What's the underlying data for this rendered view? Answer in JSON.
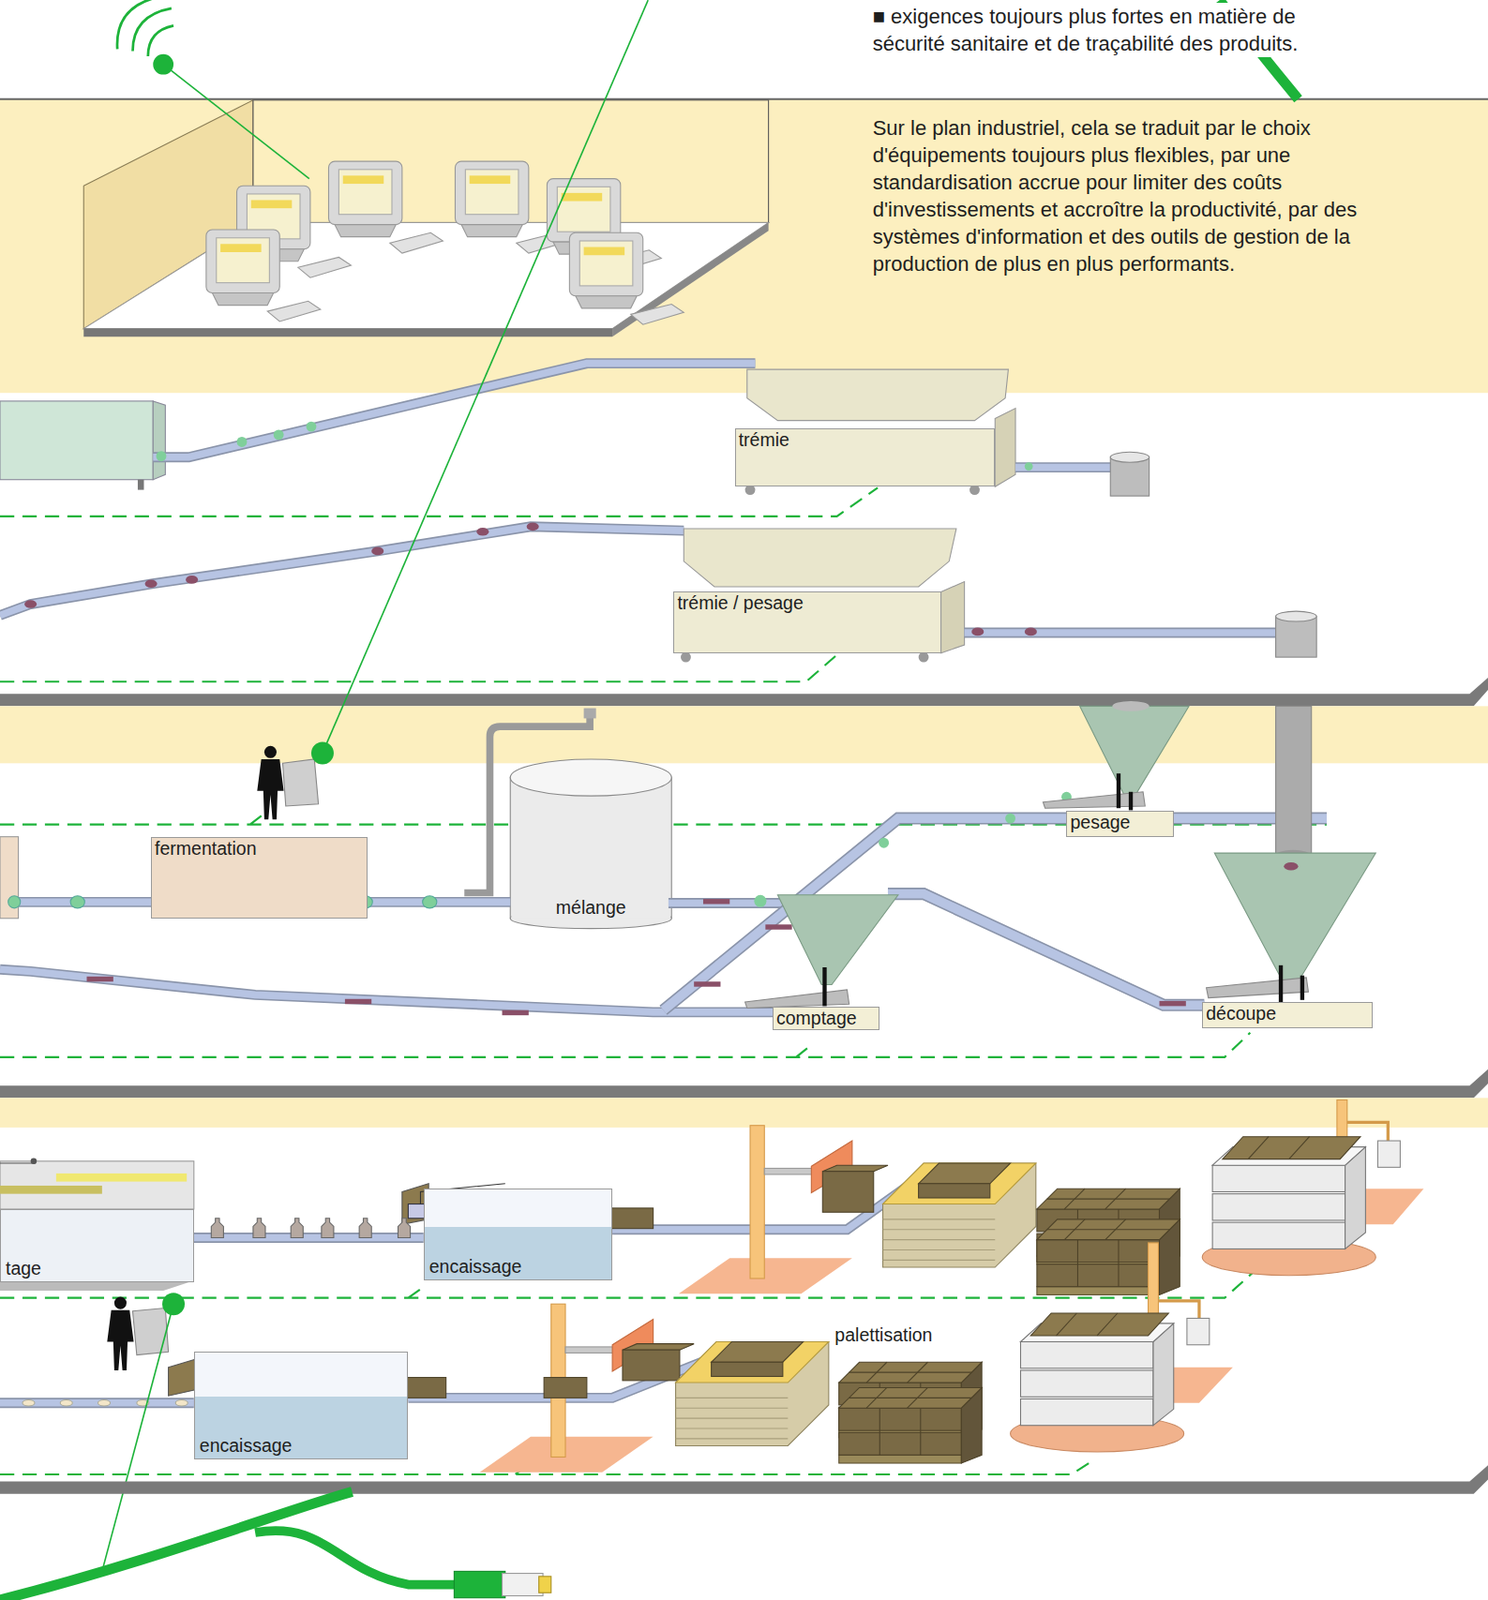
{
  "diagram": {
    "nodes": [
      {
        "text": [
          "trémie"
        ]
      },
      {
        "text": [
          "trémie / pesage"
        ]
      },
      {
        "text": [
          "fermentation"
        ]
      },
      {
        "text": [
          "mélange"
        ]
      },
      {
        "text": [
          "pesage"
        ]
      },
      {
        "text": [
          "comptage"
        ]
      },
      {
        "text": [
          "découpe"
        ]
      },
      {
        "text": [
          "tage"
        ]
      },
      {
        "text": [
          "encaissage"
        ]
      },
      {
        "text": [
          "encaissage"
        ]
      }
    ],
    "edges": [
      {
        "from": 2,
        "to": 3,
        "arrow": "none"
      },
      {
        "from": 7,
        "to": 8,
        "arrow": "none"
      }
    ],
    "labels": [
      "■ exigences toujours plus fortes en matière de sécurité sanitaire et de traçabilité des produits.",
      "Sur le plan industriel, cela se traduit par le choix d'équipements toujours plus flexibles, par une standardisation accrue pour limiter des coûts d'investissements et accroître la productivité, par des systèmes d'information et des outils de gestion de la production de plus en plus performants.",
      "palettisation"
    ]
  }
}
